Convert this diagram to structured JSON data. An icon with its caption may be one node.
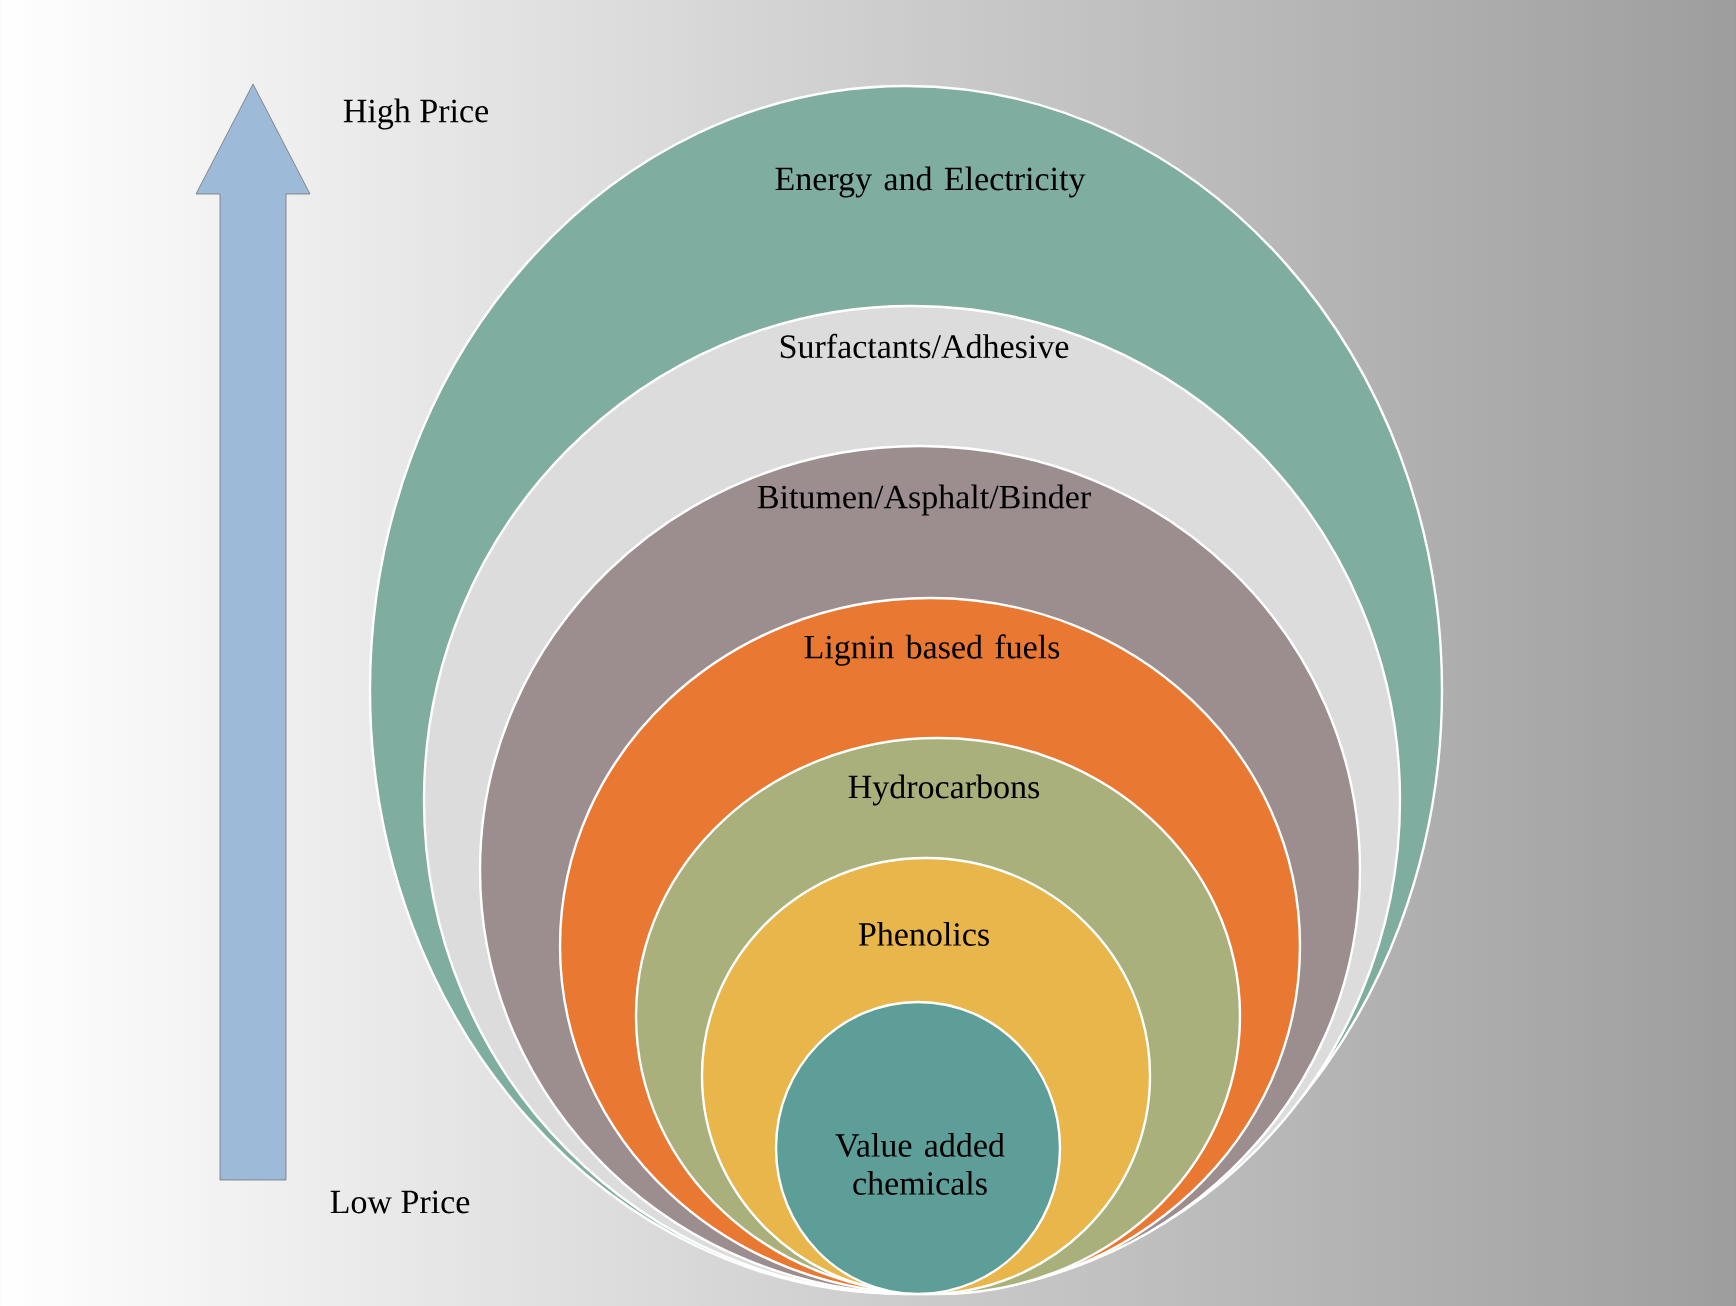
{
  "diagram": {
    "nodes": [
      {
        "text": [
          "Energy and Electricity"
        ]
      },
      {
        "text": [
          "Surfactants/Adhesive"
        ],
        "in": 0
      },
      {
        "text": [
          "Bitumen/Asphalt/Binder"
        ],
        "in": 1
      },
      {
        "text": [
          "Lignin based fuels"
        ],
        "in": 2
      },
      {
        "text": [
          "Hydrocarbons"
        ],
        "in": 3
      },
      {
        "text": [
          "Phenolics"
        ],
        "in": 4
      },
      {
        "text": [
          "Value added chemicals"
        ],
        "in": 5
      }
    ],
    "edges": [],
    "labels": [
      "High Price",
      "Low Price"
    ]
  }
}
